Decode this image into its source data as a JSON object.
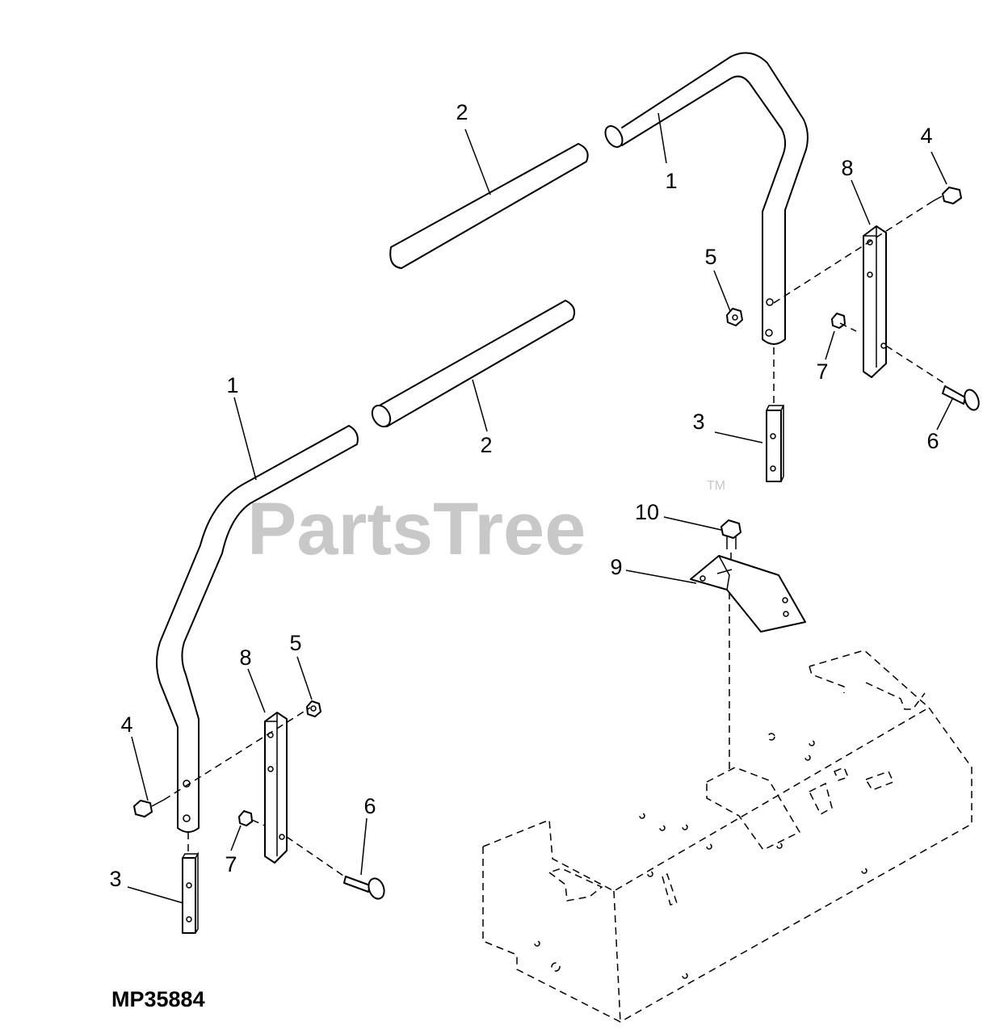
{
  "diagram": {
    "figure_id": "MP35884",
    "watermark": {
      "text": "PartsTree",
      "mark": "TM"
    },
    "callouts": {
      "a": "1",
      "b": "2",
      "c": "1",
      "d": "2",
      "e": "3",
      "f": "3",
      "g": "4",
      "h": "4",
      "i": "5",
      "j": "5",
      "k": "6",
      "l": "6",
      "m": "7",
      "n": "7",
      "o": "8",
      "p": "8",
      "q": "9",
      "r": "10"
    }
  }
}
